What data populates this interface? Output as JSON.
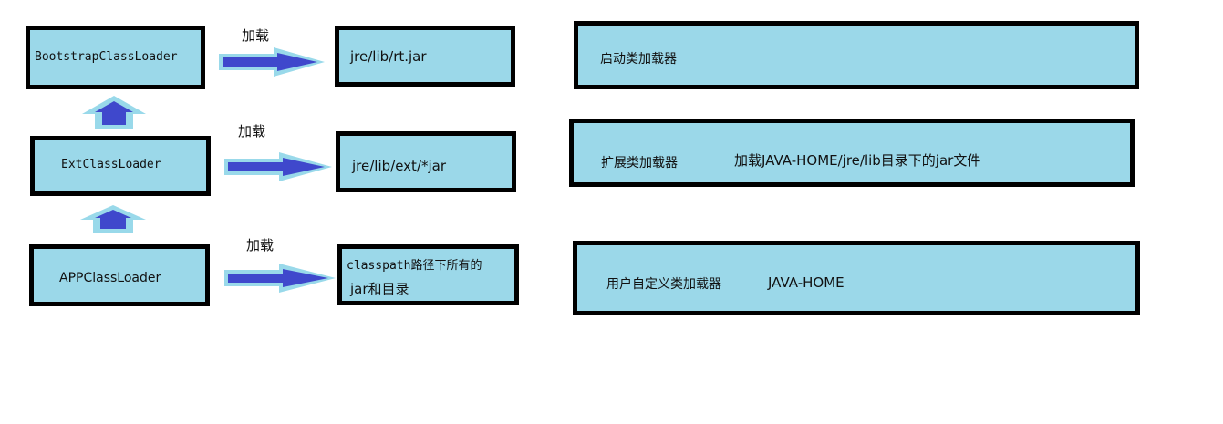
{
  "colors": {
    "box_fill": "#9bd8e9",
    "box_border": "#000000",
    "arrow_fill": "#3f48cc",
    "arrow_outline": "#99d9ea"
  },
  "loaders": [
    {
      "name": "BootstrapClassLoader",
      "arrow_label": "加载",
      "target": "jre/lib/rt.jar",
      "description": "启动类加载器",
      "detail": ""
    },
    {
      "name": "ExtClassLoader",
      "arrow_label": "加载",
      "target": "jre/lib/ext/*jar",
      "description": "扩展类加载器",
      "detail": "加载JAVA-HOME/jre/lib目录下的jar文件"
    },
    {
      "name": "APPClassLoader",
      "arrow_label": "加载",
      "target_line1": "classpath路径下所有的",
      "target_line2": "jar和目录",
      "description": "用户自定义类加载器",
      "detail": "JAVA-HOME"
    }
  ]
}
